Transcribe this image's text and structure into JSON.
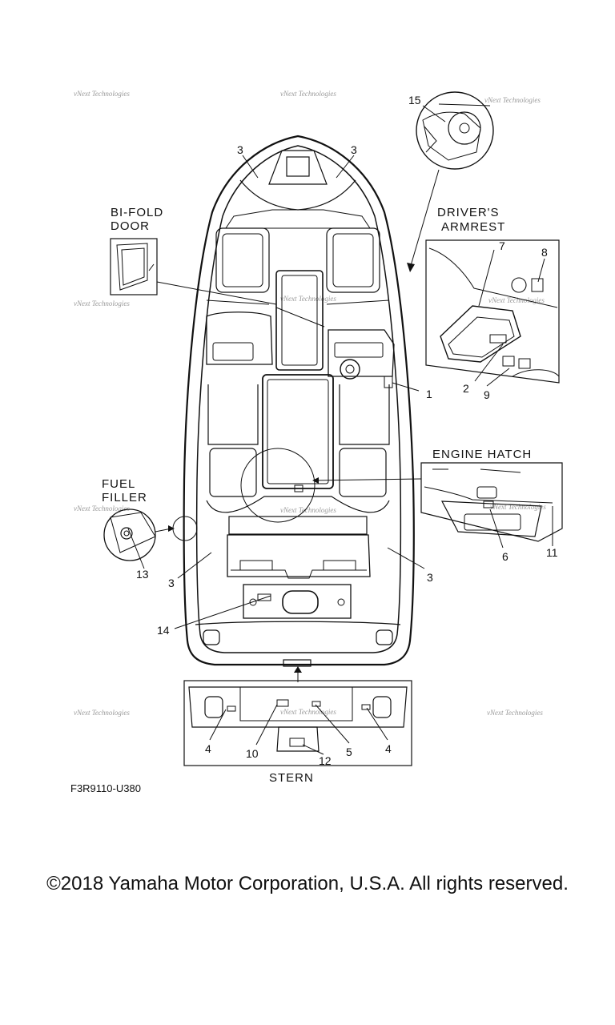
{
  "callouts": [
    "1",
    "2",
    "3",
    "4",
    "5",
    "6",
    "7",
    "8",
    "9",
    "10",
    "11",
    "12",
    "13",
    "14",
    "15"
  ],
  "views": {
    "bifold": [
      "BI-FOLD",
      "DOOR"
    ],
    "armrest": [
      "DRIVER'S",
      "ARMREST"
    ],
    "engine": "ENGINE HATCH",
    "fuel": [
      "FUEL",
      "FILLER"
    ],
    "stern": "STERN"
  },
  "watermark": "vNext Technologies",
  "part_code": "F3R9110-U380",
  "copyright": "©2018 Yamaha Motor Corporation, U.S.A. All rights reserved."
}
